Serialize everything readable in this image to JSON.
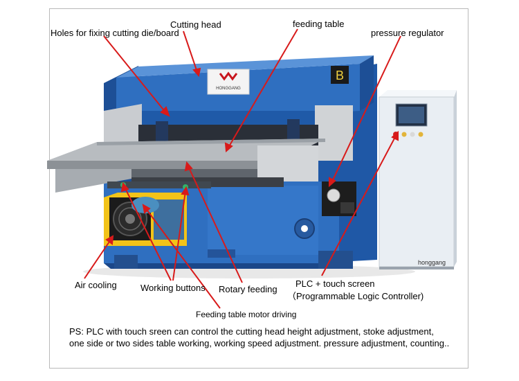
{
  "colors": {
    "frame_body": "#2f6fc0",
    "frame_dark": "#1d4f96",
    "table_grey": "#b8bcc0",
    "control_cabinet": "#e9eef3",
    "callout_line": "#d81a1a",
    "cooling_fan": "#f2c319"
  },
  "machine": {
    "brand_badge": "HONGGANG",
    "head_letter": "B",
    "cabinet_brand": "honggang"
  },
  "labels": {
    "holes": "Holes  for fixing cutting die/board",
    "cutting_head": "Cutting  head",
    "feeding_table": "feeding table",
    "pressure_regulator": "pressure regulator",
    "air_cooling": "Air cooling",
    "working_buttons": "Working buttons",
    "rotary_feeding": "Rotary feeding",
    "plc_touch_screen": "PLC + touch screen",
    "plc_full_name": "（Programmable Logic Controller)",
    "motor_driving": "Feeding table motor driving"
  },
  "note": {
    "line1": "PS: PLC with touch sreen can control the cutting head height adjustment, stoke adjustment,",
    "line2": "one side or two sides table working, working speed adjustment. pressure adjustment, counting.."
  }
}
